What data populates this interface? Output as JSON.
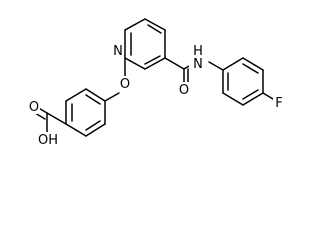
{
  "molecule": {
    "atoms": {
      "n_pyridine": "N",
      "o_ether": "O",
      "o_amide": "O",
      "n_amide": "N",
      "h_amide": "H",
      "fluorine": "F",
      "o_acid": "O",
      "oh_acid": "OH"
    }
  },
  "colors": {
    "bond": "#000000",
    "background": "#ffffff"
  }
}
